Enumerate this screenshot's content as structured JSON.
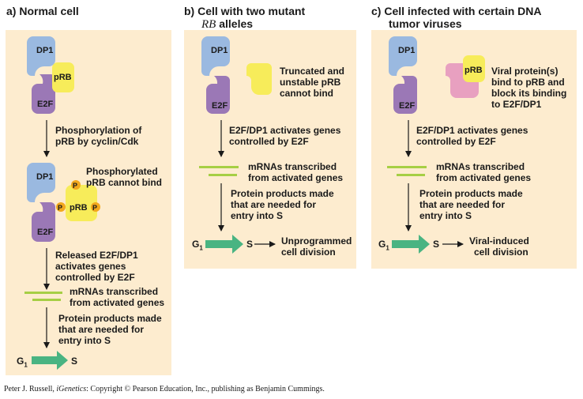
{
  "panel_a": {
    "heading": "a)  Normal cell",
    "dp1": "DP1",
    "e2f": "E2F",
    "prb": "pRB",
    "step1": [
      "Phosphorylation of",
      "pRB by cyclin/Cdk"
    ],
    "phos_label": [
      "Phosphorylated",
      "pRB cannot bind"
    ],
    "p": "P",
    "released": [
      "Released E2F/DP1",
      "activates genes",
      "controlled by E2F"
    ],
    "mrna": [
      "mRNAs transcribed",
      "from activated genes"
    ],
    "protein": [
      "Protein products made",
      "that are needed for",
      "entry into S"
    ],
    "g": "G",
    "g_sub": "1",
    "s": "S"
  },
  "panel_b": {
    "heading_pre": "b)  Cell with two mutant",
    "heading_italic": "RB",
    "heading_post": " alleles",
    "dp1": "DP1",
    "e2f": "E2F",
    "truncated": [
      "Truncated and",
      "unstable pRB",
      "cannot bind"
    ],
    "activates": [
      "E2F/DP1 activates genes",
      "controlled by E2F"
    ],
    "mrna": [
      "mRNAs transcribed",
      "from activated genes"
    ],
    "protein": [
      "Protein products made",
      "that are needed for",
      "entry into S"
    ],
    "g": "G",
    "g_sub": "1",
    "s": "S",
    "outcome": [
      "Unprogrammed",
      "cell division"
    ]
  },
  "panel_c": {
    "heading": [
      "c)  Cell infected with certain DNA",
      "tumor viruses"
    ],
    "dp1": "DP1",
    "e2f": "E2F",
    "prb": "pRB",
    "viral": [
      "Viral protein(s)",
      "bind to pRB and",
      "block its binding",
      "to E2F/DP1"
    ],
    "activates": [
      "E2F/DP1 activates genes",
      "controlled by E2F"
    ],
    "mrna": [
      "mRNAs transcribed",
      "from activated genes"
    ],
    "protein": [
      "Protein products made",
      "that are needed for",
      "entry into S"
    ],
    "g": "G",
    "g_sub": "1",
    "s": "S",
    "outcome": [
      "Viral-induced",
      "cell division"
    ]
  },
  "footer": {
    "pre": "Peter J. Russell, ",
    "italic": "iGenetics",
    "post": ": Copyright © Pearson Education, Inc., publishing as Benjamin Cummings."
  },
  "colors": {
    "panel": "#fdeccf",
    "dp1": "#9ab9e0",
    "e2f": "#9b78b6",
    "prb": "#f7ec5a",
    "phosphate": "#f2a81d",
    "viral": "#e8a0c0",
    "mrna": "#a6cf45",
    "g1_arrow": "#49b482"
  }
}
